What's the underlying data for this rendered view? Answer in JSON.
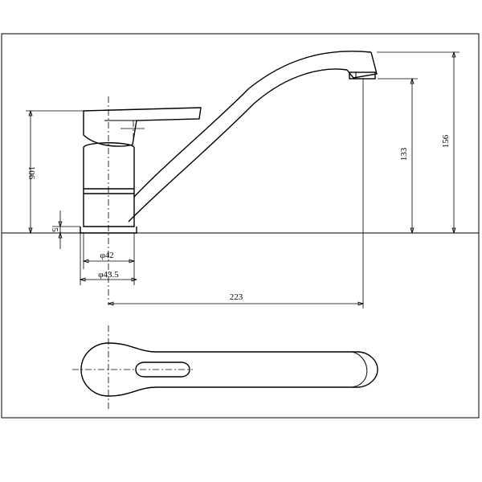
{
  "drawing": {
    "dimensions": {
      "height_106": "106",
      "gap_5": "5",
      "diameter_42": "φ42",
      "diameter_43_5": "φ43.5",
      "reach_223": "223",
      "spout_height_133": "133",
      "total_height_156": "156"
    },
    "colors": {
      "line": "#000000",
      "background": "#ffffff"
    }
  }
}
